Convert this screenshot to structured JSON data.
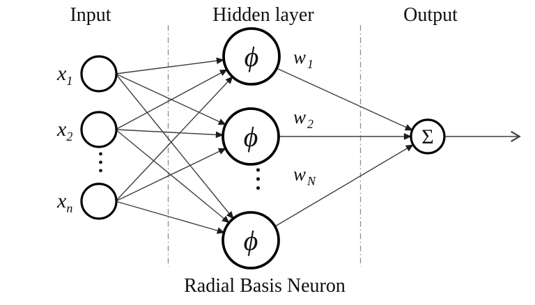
{
  "colors": {
    "background": "#ffffff",
    "node_stroke": "#000000",
    "connection_line": "#3d3d3d",
    "separator_line": "#8a8a8a",
    "text": "#101010"
  },
  "icons": {
    "connection_arrowhead": "filled-triangle-arrow",
    "output_arrowhead": "open-chevron-arrow",
    "ellipsis": "vertical-dots"
  },
  "diagram": {
    "layer_titles": {
      "input": "Input",
      "hidden": "Hidden layer",
      "output": "Output"
    },
    "caption": "Radial Basis Neuron",
    "input_nodes": [
      {
        "label": "x",
        "sub": "1"
      },
      {
        "label": "x",
        "sub": "2"
      },
      {
        "label": "x",
        "sub": "n"
      }
    ],
    "hidden_nodes": [
      {
        "symbol": "ϕ"
      },
      {
        "symbol": "ϕ"
      },
      {
        "symbol": "ϕ"
      }
    ],
    "output_node": {
      "symbol": "Σ"
    },
    "weights": [
      {
        "label": "w",
        "sub": "1"
      },
      {
        "label": "w",
        "sub": "2"
      },
      {
        "label": "w",
        "sub": "N"
      }
    ]
  }
}
